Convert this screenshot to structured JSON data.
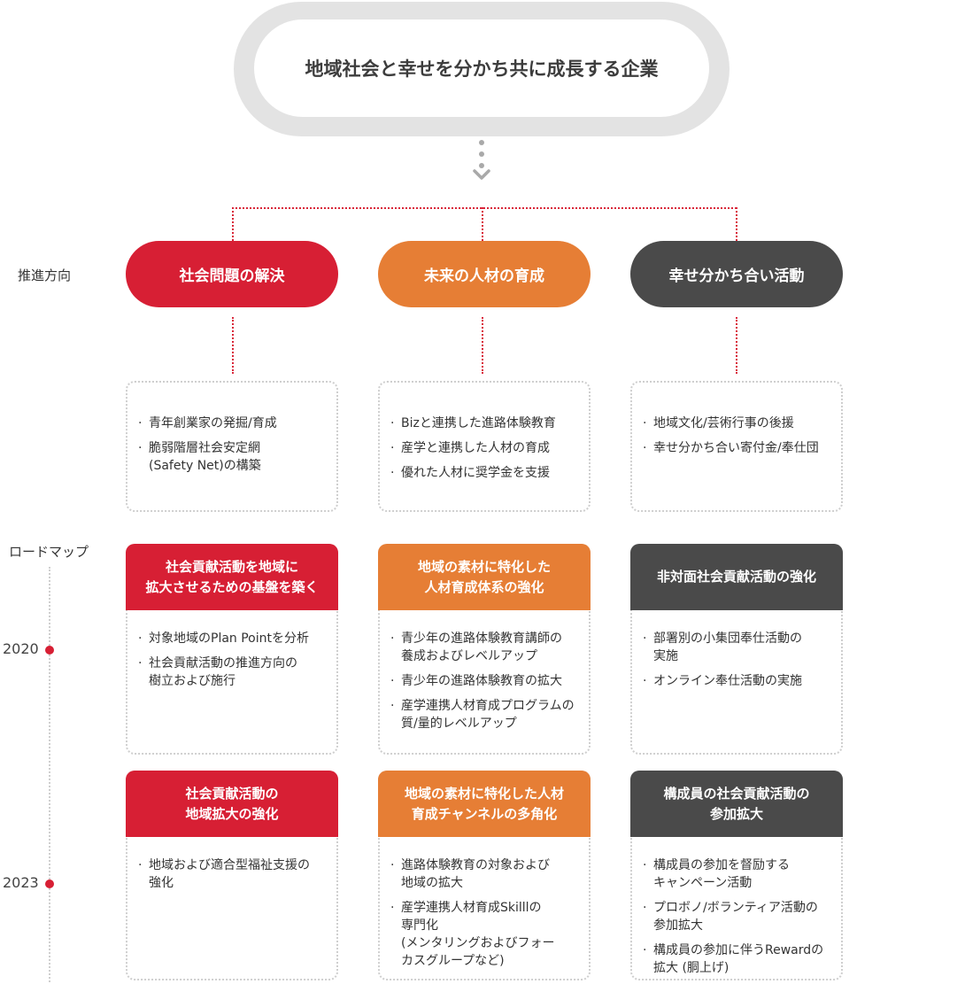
{
  "goal": {
    "title": "地域社会と幸せを分かち共に成長する企業"
  },
  "labels": {
    "direction": "推進方向",
    "roadmap": "ロードマップ"
  },
  "directions": [
    {
      "title": "社会問題の解決",
      "color": "#d71f34",
      "items": [
        "青年創業家の発掘/育成",
        "脆弱階層社会安定網\n(Safety Net)の構築"
      ]
    },
    {
      "title": "未来の人材の育成",
      "color": "#e67e35",
      "items": [
        "Bizと連携した進路体験教育",
        "産学と連携した人材の育成",
        "優れた人材に奨学金を支援"
      ]
    },
    {
      "title": "幸せ分かち合い活動",
      "color": "#4a4a4a",
      "items": [
        "地域文化/芸術行事の後援",
        "幸せ分かち合い寄付金/奉仕団"
      ]
    }
  ],
  "roadmap": [
    {
      "year": "2020",
      "cards": [
        {
          "title": "社会貢献活動を地域に\n拡大させるための基盤を築く",
          "items": [
            "対象地域のPlan Pointを分析",
            "社会貢献活動の推進方向の\n樹立および施行"
          ]
        },
        {
          "title": "地域の素材に特化した\n人材育成体系の強化",
          "items": [
            "青少年の進路体験教育講師の\n養成およびレベルアップ",
            "青少年の進路体験教育の拡大",
            "産学連携人材育成プログラムの\n質/量的レベルアップ"
          ]
        },
        {
          "title": "非対面社会貢献活動の強化",
          "items": [
            "部署別の小集団奉仕活動の\n実施",
            "オンライン奉仕活動の実施"
          ]
        }
      ]
    },
    {
      "year": "2023",
      "cards": [
        {
          "title": "社会貢献活動の\n地域拡大の強化",
          "items": [
            "地域および適合型福祉支援の\n強化"
          ]
        },
        {
          "title": "地域の素材に特化した人材\n育成チャンネルの多角化",
          "items": [
            "進路体験教育の対象および\n地域の拡大",
            "産学連携人材育成Skilllの\n専門化\n(メンタリングおよびフォー\nカスグループなど)"
          ]
        },
        {
          "title": "構成員の社会貢献活動の\n参加拡大",
          "items": [
            "構成員の参加を督励する\nキャンペーン活動",
            "プロボノ/ボランティア活動の\n参加拡大",
            "構成員の参加に伴うRewardの\n拡大 (胴上げ)"
          ]
        }
      ]
    }
  ]
}
